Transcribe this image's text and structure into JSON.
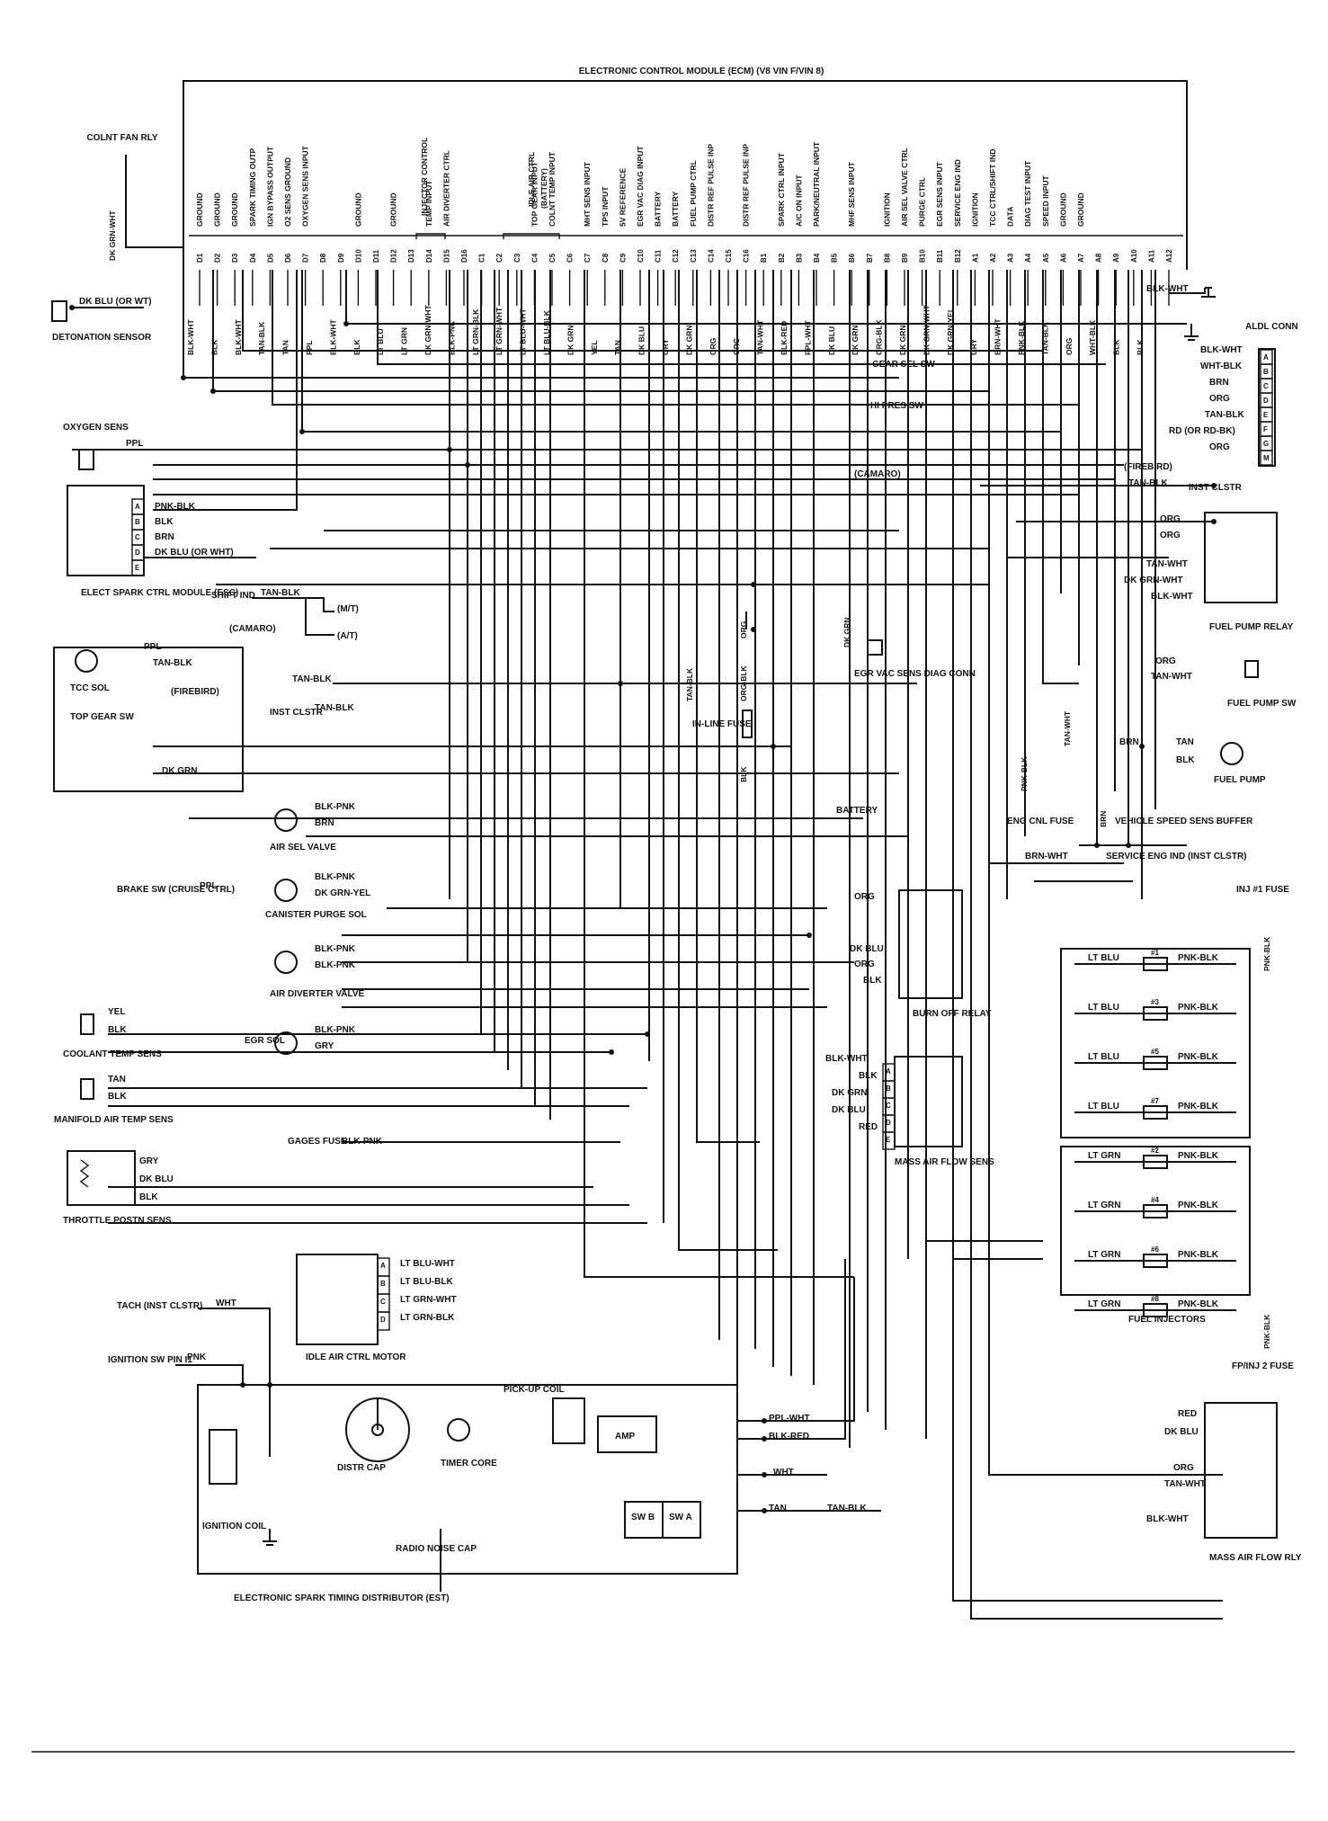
{
  "title": "ELECTRONIC CONTROL MODULE (ECM) (V8 VIN F/VIN 8)",
  "ecm_functions": [
    "GROUND",
    "GROUND",
    "GROUND",
    "SPARK TIMING OUTP",
    "IGN BYPASS OUTPUT",
    "O2 SENS GROUND",
    "OXYGEN SENS INPUT",
    "",
    "",
    "GROUND",
    "",
    "GROUND",
    "",
    "TEMP INPUT",
    "AIR DIVERTER CTRL",
    "",
    "",
    "",
    "",
    "TOP GEAR INPUT",
    "COLNT TEMP INPUT",
    "",
    "MHT SENS INPUT",
    "TPS INPUT",
    "5V REFERENCE",
    "EGR VAC DIAG INPUT",
    "BATTERY",
    "BATTERY",
    "FUEL PUMP CTRL",
    "DISTR REF PULSE INP",
    "",
    "DISTR REF PULSE INP",
    "",
    "SPARK CTRL INPUT",
    "A/C ON INPUT",
    "PARK/NEUTRAL INPUT",
    "",
    "MHF SENS INPUT",
    "",
    "IGNITION",
    "AIR SEL VALVE CTRL",
    "PURGE CTRL",
    "EGR SENS INPUT",
    "SERVICE ENG IND",
    "IGNITION",
    "TCC CTRL/SHIFT IND",
    "DATA",
    "DIAG TEST INPUT",
    "SPEED INPUT",
    "GROUND",
    "GROUND"
  ],
  "ecm_pins": [
    "D1",
    "D2",
    "D3",
    "D4",
    "D5",
    "D6",
    "D7",
    "D8",
    "D9",
    "D10",
    "D11",
    "D12",
    "D13",
    "D14",
    "D15",
    "D16",
    "C1",
    "C2",
    "C3",
    "C4",
    "C5",
    "C6",
    "C7",
    "C8",
    "C9",
    "C10",
    "C11",
    "C12",
    "C13",
    "C14",
    "C15",
    "C16",
    "B1",
    "B2",
    "B3",
    "B4",
    "B5",
    "B6",
    "B7",
    "B8",
    "B9",
    "B10",
    "B11",
    "B12",
    "A1",
    "A2",
    "A3",
    "A4",
    "A5",
    "A6",
    "A7",
    "A8",
    "A9",
    "A10",
    "A11",
    "A12"
  ],
  "group_labels": {
    "injector_control": "INJECTOR CONTROL",
    "idle_air_ctrl": "IDLE AIR CTRL",
    "idle_air_battery": "(BATTERY)"
  },
  "ecm_wires": [
    "BLK-WHT",
    "BLK",
    "BLK-WHT",
    "TAN-BLK",
    "TAN",
    "PPL",
    "BLK-WHT",
    "BLK",
    "LT BLU",
    "LT GRN",
    "DK GRN-WHT",
    "BLK-PNK",
    "LT GRN-BLK",
    "LT GRN-WHT",
    "LT BLU-WHT",
    "LT BLU-BLK",
    "DK GRN",
    "YEL",
    "TAN",
    "DK BLU",
    "GRY",
    "DK GRN",
    "ORG",
    "ORG",
    "TAN-WHT",
    "BLK-RED",
    "PPL-WHT",
    "DK BLU",
    "DK GRN",
    "ORG-BLK",
    "DK GRN",
    "DK GRN-WHT",
    "DK GRN-YEL",
    "GRY",
    "BRN-WHT",
    "PNK-BLK",
    "TAN-BLK",
    "ORG",
    "WHT-BLK",
    "BLK",
    "BLK"
  ],
  "components": {
    "colnt_fan_rly": "COLNT FAN RLY",
    "colnt_fan_wire": "DK GRN-WHT",
    "detonation_sensor": "DETONATION SENSOR",
    "detonation_wire": "DK BLU (OR WT)",
    "oxygen_sens": "OXYGEN SENS",
    "oxygen_wire": "PPL",
    "esc_module": "ELECT SPARK CTRL MODULE (ESC)",
    "esc_pins": [
      "A",
      "B",
      "C",
      "D",
      "E"
    ],
    "esc_wires": [
      "PNK-BLK",
      "BLK",
      "BRN",
      "DK BLU (OR WHT)"
    ],
    "shift_ind": "SHIFT IND",
    "shift_wire": "TAN-BLK",
    "mt": "(M/T)",
    "at": "(A/T)",
    "camaro": "(CAMARO)",
    "firebird": "(FIREBIRD)",
    "tcc_sol": "TCC SOL",
    "tcc_wires": [
      "PPL",
      "TAN-BLK"
    ],
    "top_gear_sw": "TOP GEAR SW",
    "tan_blk": "TAN-BLK",
    "inst_clstr": "INST CLSTR",
    "dk_grn": "DK GRN",
    "air_sel_valve": "AIR SEL VALVE",
    "air_sel_wires": [
      "BLK-PNK",
      "BRN"
    ],
    "brake_sw": "BRAKE SW (CRUISE CTRL)",
    "brake_wire": "PPL",
    "canister_purge": "CANISTER PURGE SOL",
    "canister_wires": [
      "BLK-PNK",
      "DK GRN-YEL"
    ],
    "air_diverter": "AIR DIVERTER VALVE",
    "air_diverter_wires": [
      "BLK-PNK",
      "BLK-PNK"
    ],
    "coolant_temp": "COOLANT TEMP SENS",
    "coolant_wires": [
      "YEL",
      "BLK"
    ],
    "egr_sol": "EGR SOL",
    "egr_wires": [
      "BLK-PNK",
      "GRY"
    ],
    "manifold_air": "MANIFOLD AIR TEMP SENS",
    "manifold_wires": [
      "TAN",
      "BLK"
    ],
    "gages_fuse": "GAGES FUSE",
    "gages_wire": "BLK-PNK",
    "throttle_posn": "THROTTLE POSTN SENS",
    "throttle_wires": [
      "GRY",
      "DK BLU",
      "BLK"
    ],
    "idle_air_motor": "IDLE AIR CTRL MOTOR",
    "idle_pins": [
      "A",
      "B",
      "C",
      "D"
    ],
    "idle_wires": [
      "LT BLU-WHT",
      "LT BLU-BLK",
      "LT GRN-WHT",
      "LT GRN-BLK"
    ],
    "tach": "TACH (INST CLSTR)",
    "tach_wire": "WHT",
    "ignition_sw": "IGNITION SW PIN I1",
    "ignition_wire": "PNK",
    "distr_cap": "DISTR CAP",
    "timer_core": "TIMER CORE",
    "pickup_coil": "PICK-UP COIL",
    "amp": "AMP",
    "sw_b": "SW B",
    "sw_a": "SW A",
    "ignition_coil": "IGNITION COIL",
    "radio_noise_cap": "RADIO NOISE CAP",
    "est_distributor": "ELECTRONIC SPARK TIMING DISTRIBUTOR (EST)",
    "est_wires": [
      "PPL-WHT",
      "BLK-RED",
      "WHT",
      "TAN",
      "TAN-BLK"
    ],
    "gear_sel_sw": "GEAR SEL SW",
    "hi_pres_sw": "HI PRES SW",
    "egr_vac_conn": "EGR VAC SENS DIAG CONN",
    "egr_vac_wire": "DK GRN",
    "inline_fuse": "IN-LINE FUSE",
    "inline_wires": [
      "ORG",
      "ORG-BLK",
      "BLK"
    ],
    "tan_blk_vert": "TAN-BLK",
    "battery": "BATTERY",
    "burn_off_relay": "BURN OFF RELAY",
    "burn_off_wires": [
      "ORG",
      "DK BLU",
      "ORG",
      "BLK"
    ],
    "mass_air_sens": "MASS AIR FLOW SENS",
    "mass_air_pins": [
      "A",
      "B",
      "C",
      "D",
      "E"
    ],
    "mass_air_wires": [
      "BLK-WHT",
      "BLK",
      "DK GRN",
      "DK BLU",
      "RED"
    ],
    "aldl_conn": "ALDL CONN",
    "aldl_pins": [
      "A",
      "B",
      "C",
      "D",
      "E",
      "F",
      "G",
      "M"
    ],
    "aldl_wires": [
      "BLK-WHT",
      "WHT-BLK",
      "BRN",
      "ORG",
      "TAN-BLK",
      "RD (OR RD-BK)",
      "ORG"
    ],
    "blk_wht_top": "BLK-WHT",
    "inst_clstr_r": "INST CLSTR",
    "inst_clstr_wires": [
      "ORG",
      "ORG"
    ],
    "fuel_pump_relay": "FUEL PUMP RELAY",
    "fuel_pump_relay_wires": [
      "TAN-WHT",
      "DK GRN-WHT",
      "BLK-WHT"
    ],
    "fuel_pump_sw": "FUEL PUMP SW",
    "fuel_pump_sw_wires": [
      "ORG",
      "TAN-WHT"
    ],
    "fuel_pump": "FUEL PUMP",
    "fuel_pump_wires": [
      "BRN",
      "TAN",
      "BLK"
    ],
    "pnk_blk": "PNK-BLK",
    "tan_wht": "TAN-WHT",
    "brn": "BRN",
    "eng_cnl_fuse": "ENG CNL FUSE",
    "vss_buffer": "VEHICLE SPEED SENS BUFFER",
    "service_eng": "SERVICE ENG IND (INST CLSTR)",
    "service_wire": "BRN-WHT",
    "inj1_fuse": "INJ #1 FUSE",
    "inj2_fuse": "FP/INJ 2 FUSE",
    "fuel_injectors": "FUEL INJECTORS",
    "injectors_odd": [
      "#1",
      "#3",
      "#5",
      "#7"
    ],
    "injectors_even": [
      "#2",
      "#4",
      "#6",
      "#8"
    ],
    "lt_blu": "LT BLU",
    "lt_grn": "LT GRN",
    "mass_air_rly": "MASS AIR FLOW RLY",
    "mass_air_rly_wires": [
      "RED",
      "DK BLU",
      "ORG",
      "TAN-WHT",
      "BLK-WHT"
    ]
  }
}
